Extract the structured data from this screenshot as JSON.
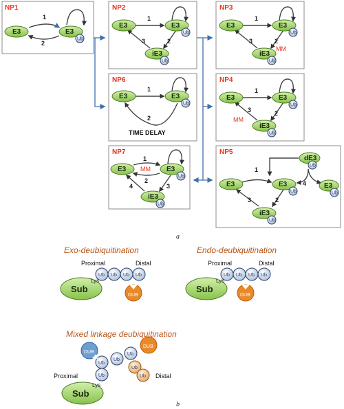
{
  "panels": {
    "np1": {
      "label": "NP1",
      "e3": "E3",
      "e3ub": "E3",
      "ub": "Ub",
      "n1": "1",
      "n2": "2"
    },
    "np2": {
      "label": "NP2",
      "e3": "E3",
      "e3ub": "E3",
      "ie3": "iE3",
      "ub": "Ub",
      "n1": "1",
      "n2": "2",
      "n3": "3"
    },
    "np3": {
      "label": "NP3",
      "e3": "E3",
      "e3ub": "E3",
      "ie3": "iE3",
      "ub": "Ub",
      "n1": "1",
      "n2": "2",
      "n3": "3",
      "mm": "MM"
    },
    "np4": {
      "label": "NP4",
      "e3": "E3",
      "e3ub": "E3",
      "ie3": "iE3",
      "ub": "Ub",
      "n1": "1",
      "n2": "2",
      "n3": "3",
      "mm": "MM"
    },
    "np6": {
      "label": "NP6",
      "e3": "E3",
      "e3ub": "E3",
      "ub": "Ub",
      "n1": "1",
      "n2": "2",
      "delay": "TIME DELAY"
    },
    "np7": {
      "label": "NP7",
      "e3": "E3",
      "e3ub": "E3",
      "ie3": "iE3",
      "ub": "Ub",
      "n1": "1",
      "n2": "2",
      "n3": "3",
      "n4": "4",
      "mm": "MM"
    },
    "np5": {
      "label": "NP5",
      "e3": "E3",
      "e3ub": "E3",
      "ie3": "iE3",
      "de3": "dE3",
      "e3r": "E3",
      "ub": "Ub",
      "n1": "1",
      "n2": "2",
      "n3": "3",
      "n4": "4"
    }
  },
  "caption_a": "a",
  "caption_b": "b",
  "deub": {
    "exo": {
      "title": "Exo-deubiquitination",
      "proximal": "Proximal",
      "distal": "Distal",
      "sub": "Sub",
      "lys": "Lys",
      "ub": "Ub",
      "dub": "DUB"
    },
    "endo": {
      "title": "Endo-deubiquitination",
      "proximal": "Proximal",
      "distal": "Distal",
      "sub": "Sub",
      "lys": "Lys",
      "ub": "Ub",
      "dub": "DUB"
    },
    "mixed": {
      "title": "Mixed linkage deubiquitination",
      "proximal": "Proximal",
      "distal": "Distal",
      "sub": "Sub",
      "lys": "Lys",
      "ub": "Ub",
      "dub": "DUB"
    }
  },
  "colors": {
    "e3_fill": "#a6d86a",
    "ub_fill": "#cfdcef",
    "dub_orange": "#e9892a",
    "dub_blue": "#6f9fd1",
    "ub_orange": "#f2c48c",
    "connector": "#3f6fad",
    "label_red": "#e8321e"
  }
}
